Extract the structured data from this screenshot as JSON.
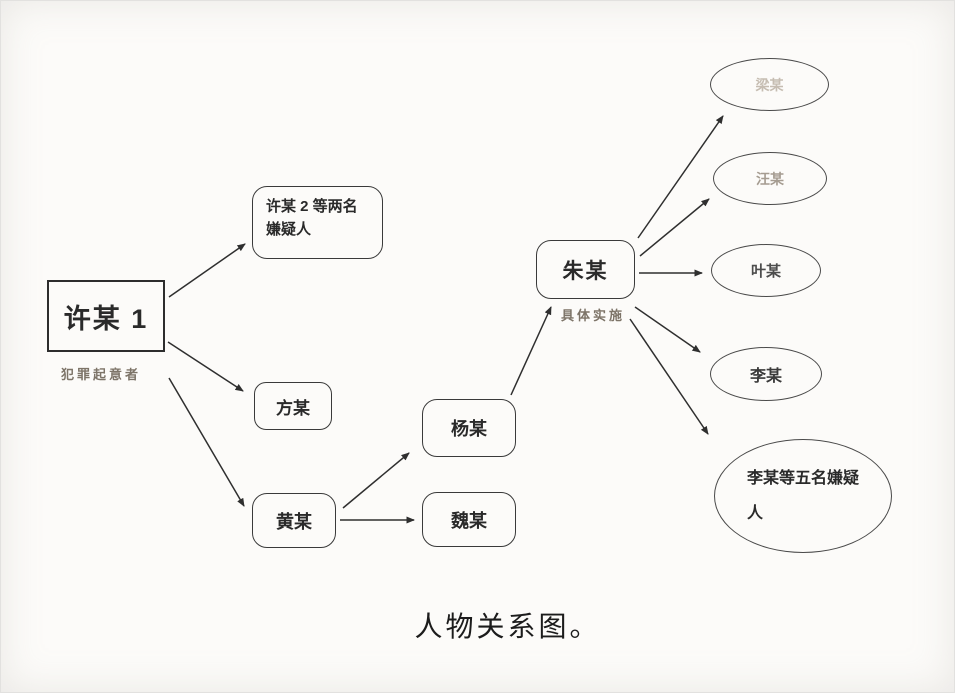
{
  "diagram": {
    "caption": "人物关系图。",
    "nodes": {
      "xu1": {
        "label": "许某 1",
        "sublabel": "犯罪起意者",
        "shape": "rect"
      },
      "xu2": {
        "label": "许某 2 等两名嫌疑人",
        "shape": "rounded-rect"
      },
      "fang": {
        "label": "方某",
        "shape": "rounded-rect"
      },
      "huang": {
        "label": "黄某",
        "shape": "rounded-rect"
      },
      "yang": {
        "label": "杨某",
        "shape": "rounded-rect"
      },
      "wei": {
        "label": "魏某",
        "shape": "rounded-rect"
      },
      "zhu": {
        "label": "朱某",
        "sublabel": "具体实施",
        "shape": "rounded-rect"
      },
      "liang": {
        "label": "梁某",
        "shape": "ellipse"
      },
      "wang": {
        "label": "汪某",
        "shape": "ellipse"
      },
      "ye": {
        "label": "叶某",
        "shape": "ellipse"
      },
      "li": {
        "label": "李某",
        "shape": "ellipse"
      },
      "li5": {
        "label": "李某等五名嫌疑人",
        "shape": "ellipse"
      }
    },
    "edges": [
      {
        "from": "xu1",
        "to": "xu2"
      },
      {
        "from": "xu1",
        "to": "fang"
      },
      {
        "from": "xu1",
        "to": "huang"
      },
      {
        "from": "huang",
        "to": "yang"
      },
      {
        "from": "huang",
        "to": "wei"
      },
      {
        "from": "yang",
        "to": "zhu"
      },
      {
        "from": "zhu",
        "to": "liang"
      },
      {
        "from": "zhu",
        "to": "wang"
      },
      {
        "from": "zhu",
        "to": "ye"
      },
      {
        "from": "zhu",
        "to": "li"
      },
      {
        "from": "zhu",
        "to": "li5"
      }
    ],
    "colors": {
      "stroke": "#2f2f2f",
      "box_border": "#2d2d2d",
      "faint_text": "#c6bdb2",
      "sublabel_text": "#7d7468",
      "background": "#fcfbf9"
    }
  }
}
